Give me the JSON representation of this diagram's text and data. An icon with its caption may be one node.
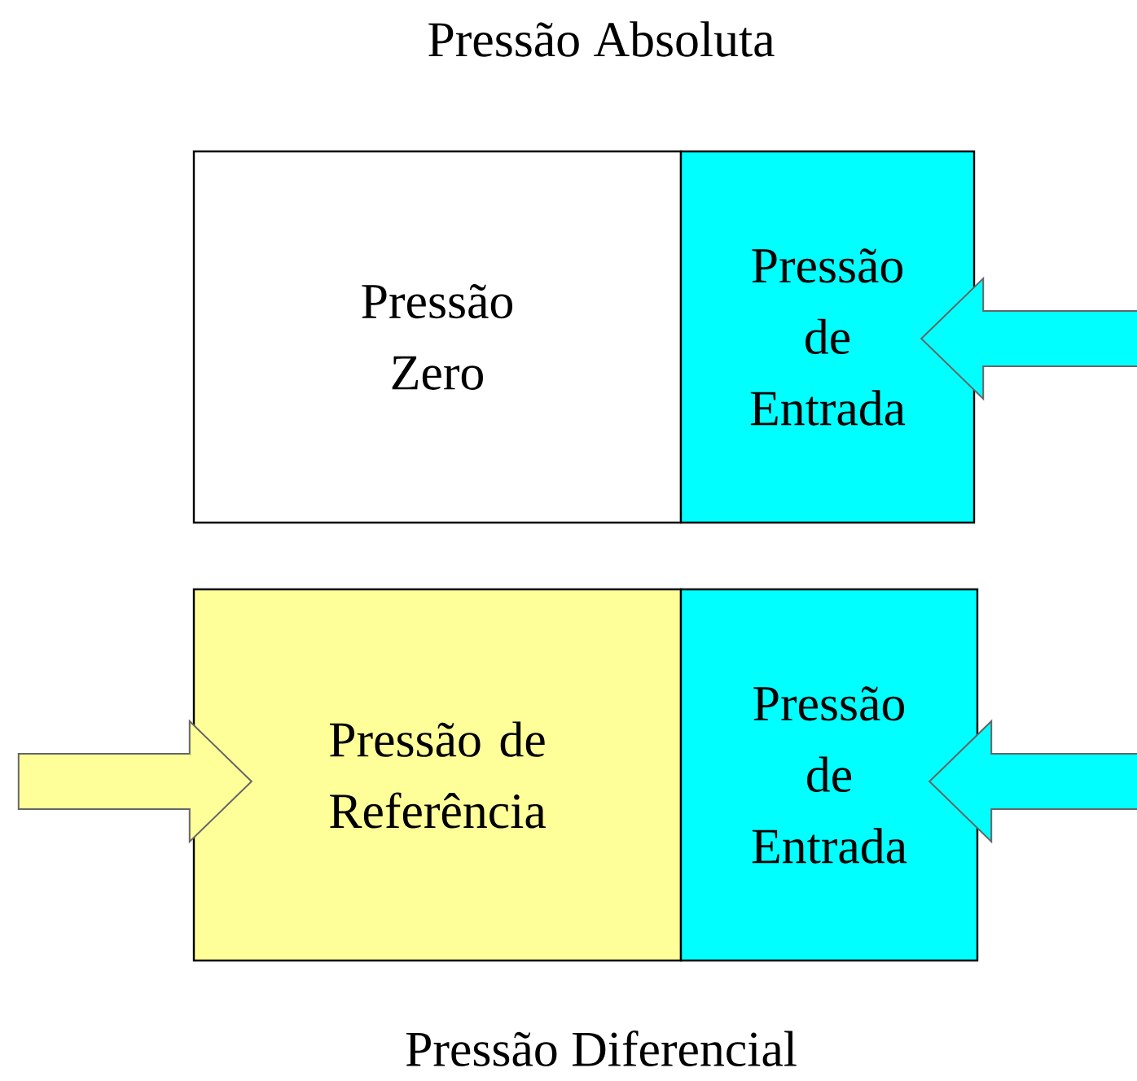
{
  "diagram": {
    "title": "Pressão Absoluta",
    "caption": "Pressão Diferencial",
    "nodes": [
      {
        "text": [
          "Pressão Zero"
        ]
      },
      {
        "text": [
          "Pressão de Entrada"
        ]
      },
      {
        "text": [
          "Pressão de Referência"
        ]
      },
      {
        "text": [
          "Pressão de Entrada"
        ]
      }
    ],
    "edges": [
      {
        "from": null,
        "to": 1,
        "arrow": "to"
      },
      {
        "from": null,
        "to": 2,
        "arrow": "to",
        "color": "#ffff99"
      },
      {
        "from": null,
        "to": 3,
        "arrow": "to"
      }
    ]
  }
}
